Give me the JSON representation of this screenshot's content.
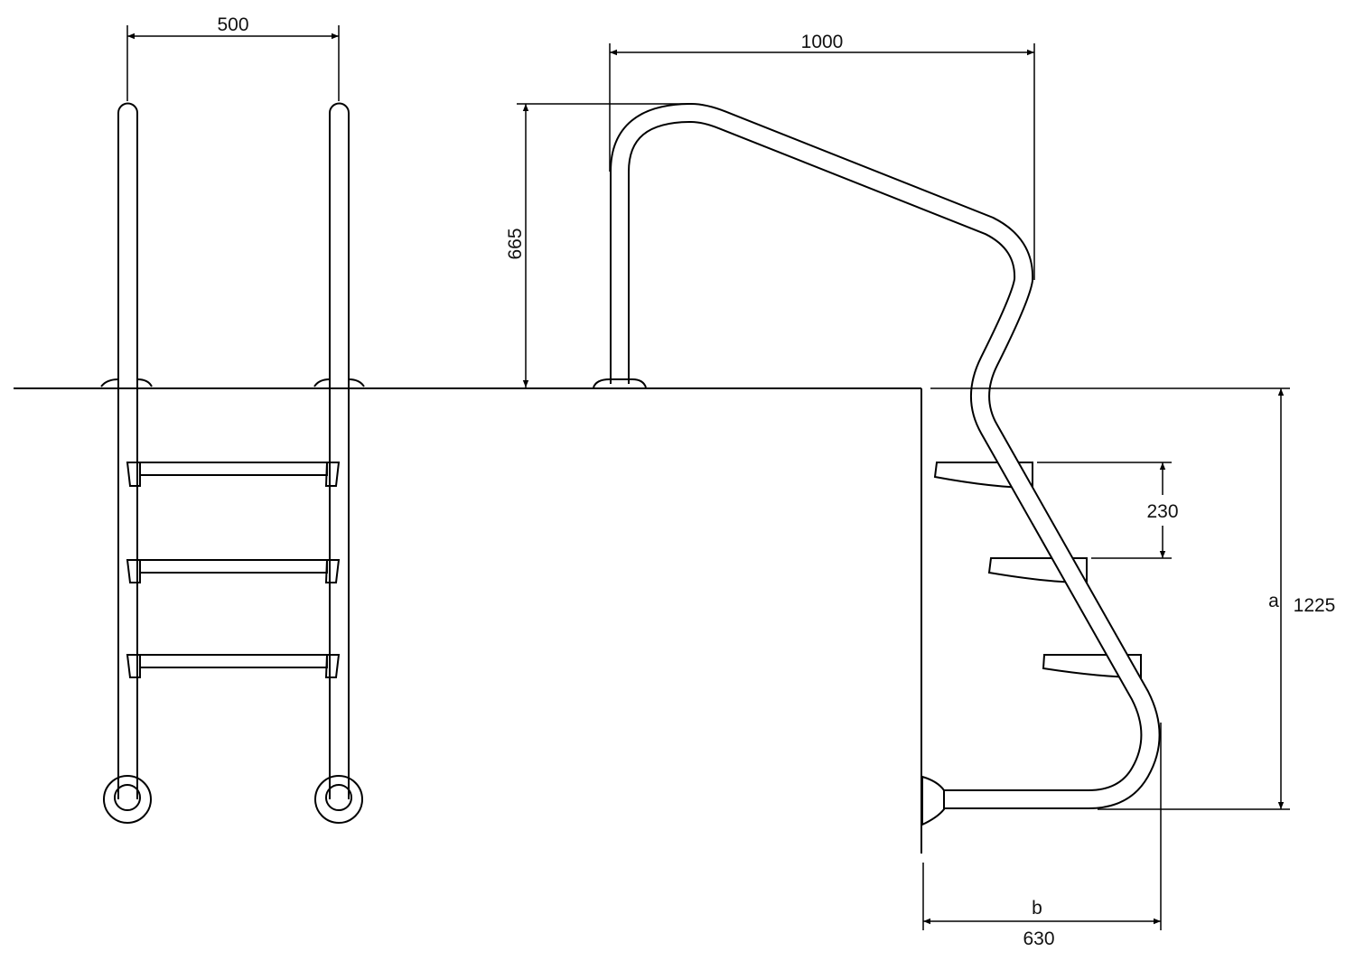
{
  "title": "Pool ladder dimension drawing",
  "dimensions": {
    "front_width": "500",
    "handrail_length": "1000",
    "handrail_height": "665",
    "step_spacing": "230",
    "depth_label": "a",
    "depth_value": "1225",
    "reach_label": "b",
    "reach_value": "630"
  },
  "colors": {
    "line": "#000000",
    "background": "#ffffff"
  }
}
